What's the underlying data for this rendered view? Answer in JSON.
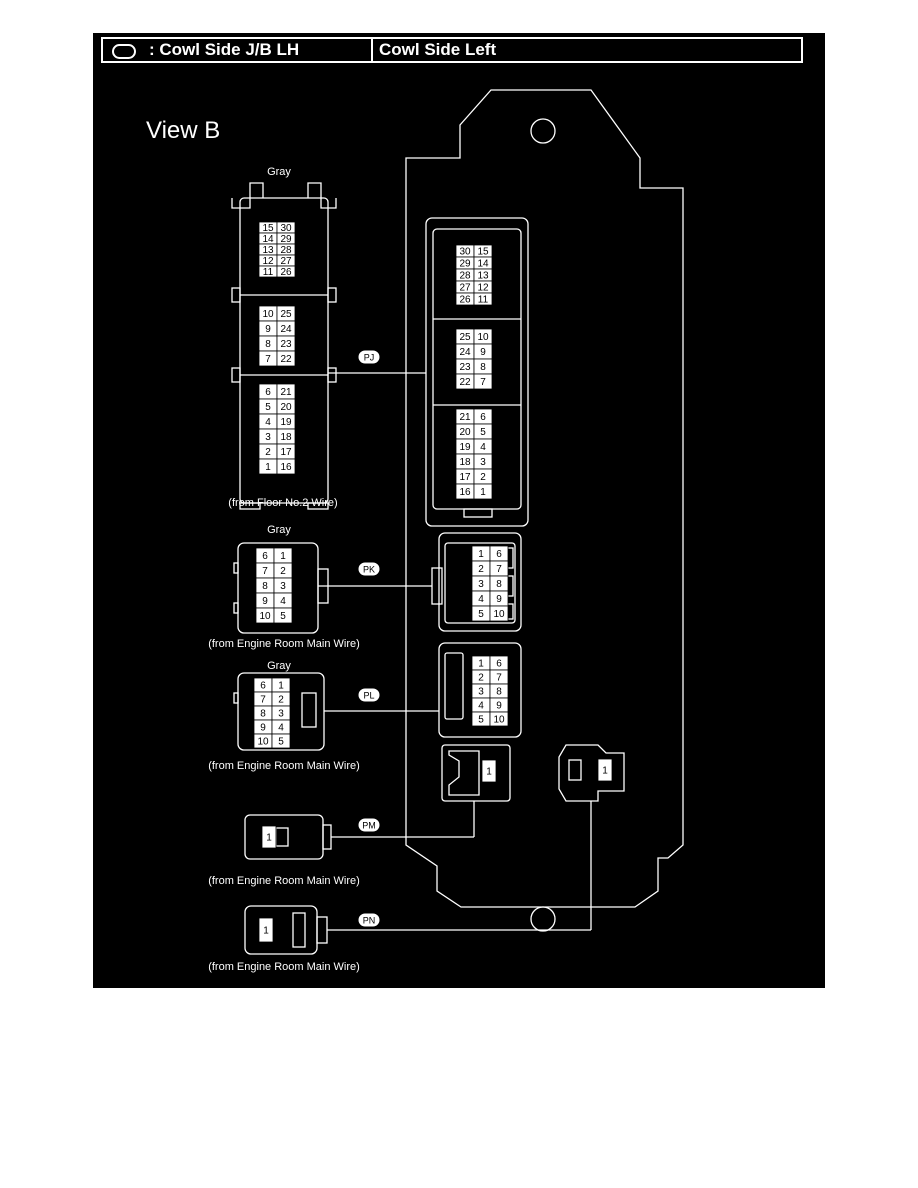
{
  "header": {
    "title": ": Cowl Side J/B LH",
    "location": "Cowl Side Left"
  },
  "view_label": "View B",
  "connectors": {
    "pj": {
      "tag": "PJ",
      "color": "Gray",
      "source": "(from Floor No.2 Wire)",
      "left_upper": [
        [
          "15",
          "30"
        ],
        [
          "14",
          "29"
        ],
        [
          "13",
          "28"
        ],
        [
          "12",
          "27"
        ],
        [
          "11",
          "26"
        ]
      ],
      "left_middle": [
        [
          "10",
          "25"
        ],
        [
          "9",
          "24"
        ],
        [
          "8",
          "23"
        ],
        [
          "7",
          "22"
        ]
      ],
      "left_lower": [
        [
          "6",
          "21"
        ],
        [
          "5",
          "20"
        ],
        [
          "4",
          "19"
        ],
        [
          "3",
          "18"
        ],
        [
          "2",
          "17"
        ],
        [
          "1",
          "16"
        ]
      ],
      "right_upper": [
        [
          "30",
          "15"
        ],
        [
          "29",
          "14"
        ],
        [
          "28",
          "13"
        ],
        [
          "27",
          "12"
        ],
        [
          "26",
          "11"
        ]
      ],
      "right_middle": [
        [
          "25",
          "10"
        ],
        [
          "24",
          "9"
        ],
        [
          "23",
          "8"
        ],
        [
          "22",
          "7"
        ]
      ],
      "right_lower": [
        [
          "21",
          "6"
        ],
        [
          "20",
          "5"
        ],
        [
          "19",
          "4"
        ],
        [
          "18",
          "3"
        ],
        [
          "17",
          "2"
        ],
        [
          "16",
          "1"
        ]
      ]
    },
    "pk": {
      "tag": "PK",
      "color": "Gray",
      "source": "(from Engine Room Main Wire)",
      "left_pins": [
        [
          "6",
          "1"
        ],
        [
          "7",
          "2"
        ],
        [
          "8",
          "3"
        ],
        [
          "9",
          "4"
        ],
        [
          "10",
          "5"
        ]
      ],
      "right_pins": [
        [
          "1",
          "6"
        ],
        [
          "2",
          "7"
        ],
        [
          "3",
          "8"
        ],
        [
          "4",
          "9"
        ],
        [
          "5",
          "10"
        ]
      ]
    },
    "pl": {
      "tag": "PL",
      "color": "Gray",
      "source": "(from Engine Room Main Wire)",
      "left_pins": [
        [
          "6",
          "1"
        ],
        [
          "7",
          "2"
        ],
        [
          "8",
          "3"
        ],
        [
          "9",
          "4"
        ],
        [
          "10",
          "5"
        ]
      ],
      "right_pins": [
        [
          "1",
          "6"
        ],
        [
          "2",
          "7"
        ],
        [
          "3",
          "8"
        ],
        [
          "4",
          "9"
        ],
        [
          "5",
          "10"
        ]
      ]
    },
    "pm": {
      "tag": "PM",
      "source": "(from Engine Room Main Wire)",
      "pin": "1"
    },
    "pn": {
      "tag": "PN",
      "source": "(from Engine Room Main Wire)",
      "pin": "1"
    }
  }
}
